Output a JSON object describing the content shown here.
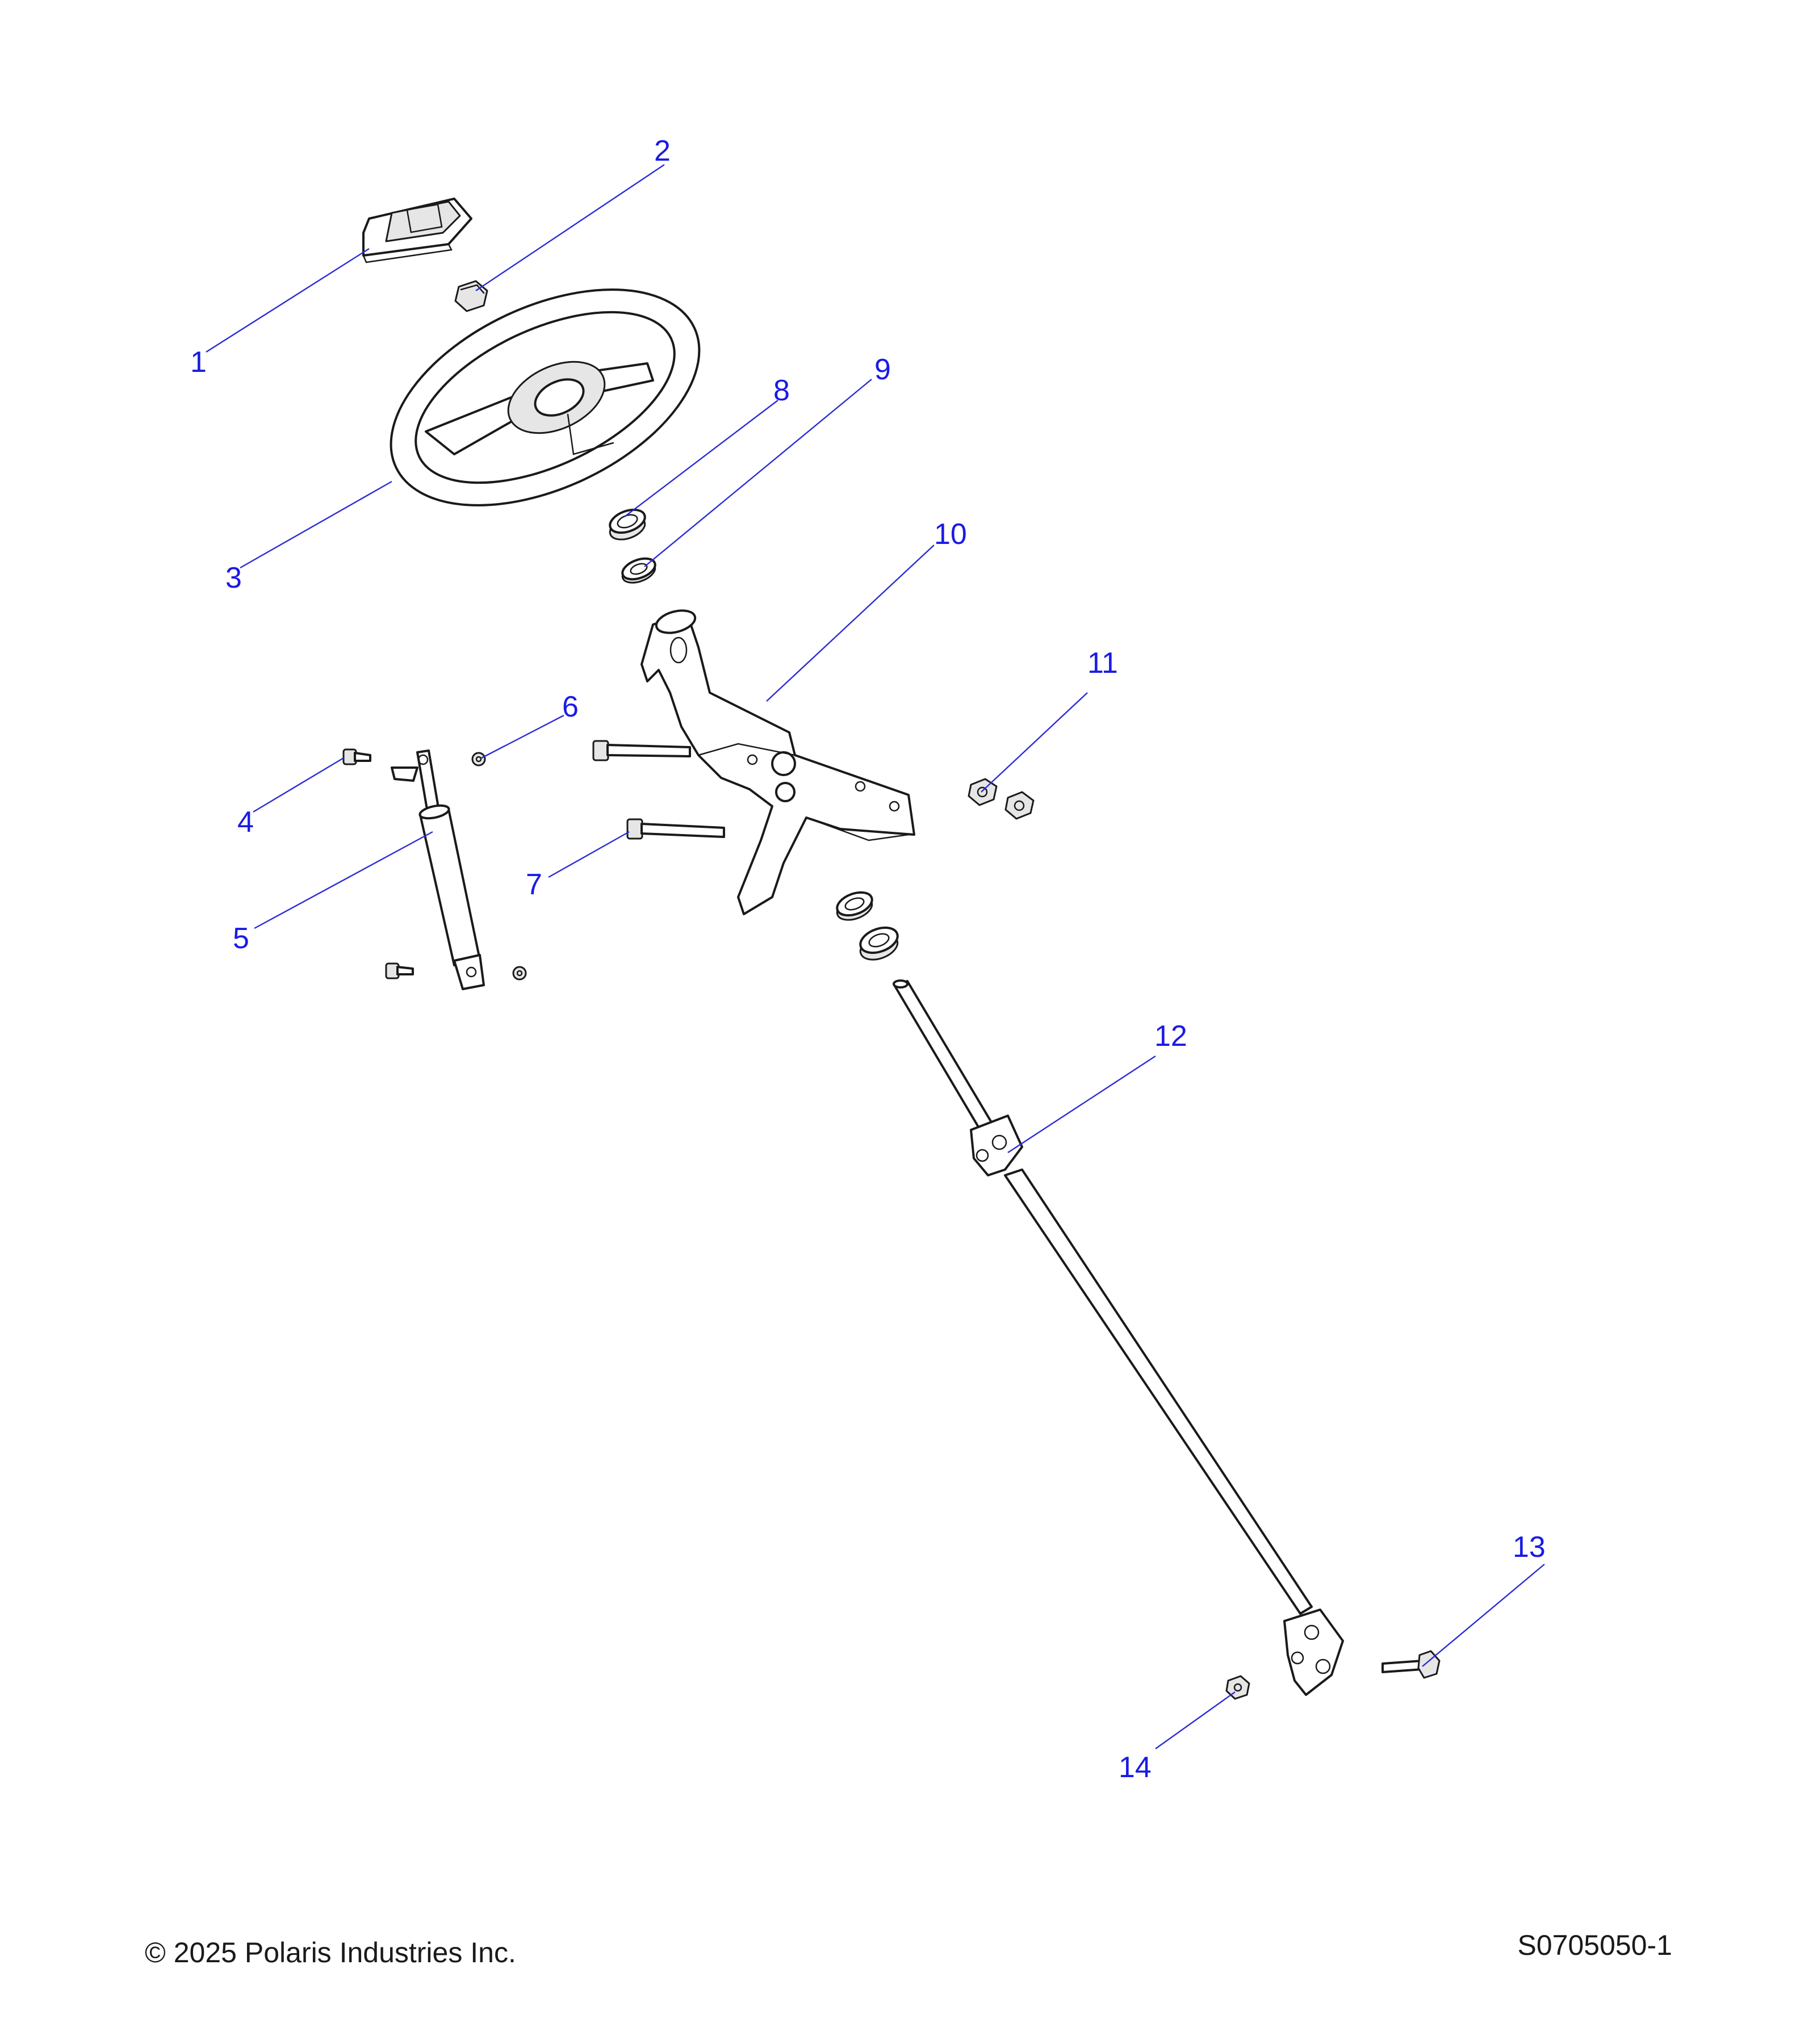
{
  "callouts": [
    {
      "id": "1",
      "label": "1"
    },
    {
      "id": "2",
      "label": "2"
    },
    {
      "id": "3",
      "label": "3"
    },
    {
      "id": "4",
      "label": "4"
    },
    {
      "id": "5",
      "label": "5"
    },
    {
      "id": "6",
      "label": "6"
    },
    {
      "id": "7",
      "label": "7"
    },
    {
      "id": "8",
      "label": "8"
    },
    {
      "id": "9",
      "label": "9"
    },
    {
      "id": "10",
      "label": "10"
    },
    {
      "id": "11",
      "label": "11"
    },
    {
      "id": "12",
      "label": "12"
    },
    {
      "id": "13",
      "label": "13"
    },
    {
      "id": "14",
      "label": "14"
    }
  ],
  "footer": {
    "copyright": "© 2025 Polaris Industries Inc.",
    "diagram_id": "S0705050-1"
  },
  "colors": {
    "callout": "#1a1ae6",
    "line_art": "#1a1a1a"
  }
}
